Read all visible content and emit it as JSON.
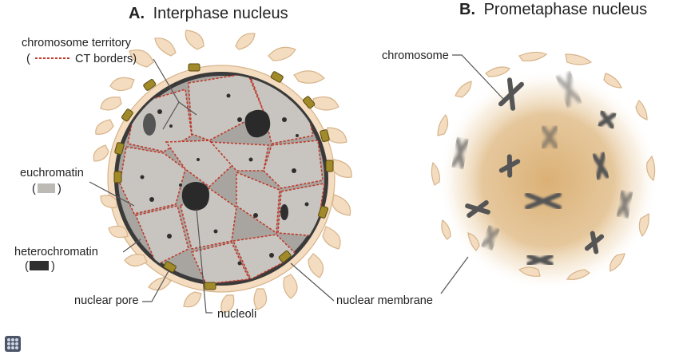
{
  "panels": {
    "a": {
      "letter": "A.",
      "title": "Interphase nucleus"
    },
    "b": {
      "letter": "B.",
      "title": "Prometaphase nucleus"
    }
  },
  "labels": {
    "chromosome_territory": "chromosome territory",
    "ct_borders_open": "(",
    "ct_borders_text": "CT borders)",
    "euchromatin": "euchromatin",
    "euchromatin_open": "(",
    "euchromatin_close": ")",
    "heterochromatin": "heterochromatin",
    "heterochromatin_open": "(",
    "heterochromatin_close": ")",
    "nuclear_pore": "nuclear pore",
    "nucleoli": "nucleoli",
    "nuclear_membrane": "nuclear membrane",
    "chromosome": "chromosome"
  },
  "colors": {
    "membrane": "#f4dcc0",
    "membrane_stroke": "#d7b48a",
    "lamina": "#3a3a3a",
    "euchromatin": "#bdbab5",
    "heterochromatin": "#2f2f2f",
    "ct_border": "#c0392b",
    "pore": "#a08a2a",
    "prometa_glow": "#d9ac6e",
    "chromosome": "#555555"
  },
  "icons": {
    "corner": "grid-logo-icon"
  }
}
